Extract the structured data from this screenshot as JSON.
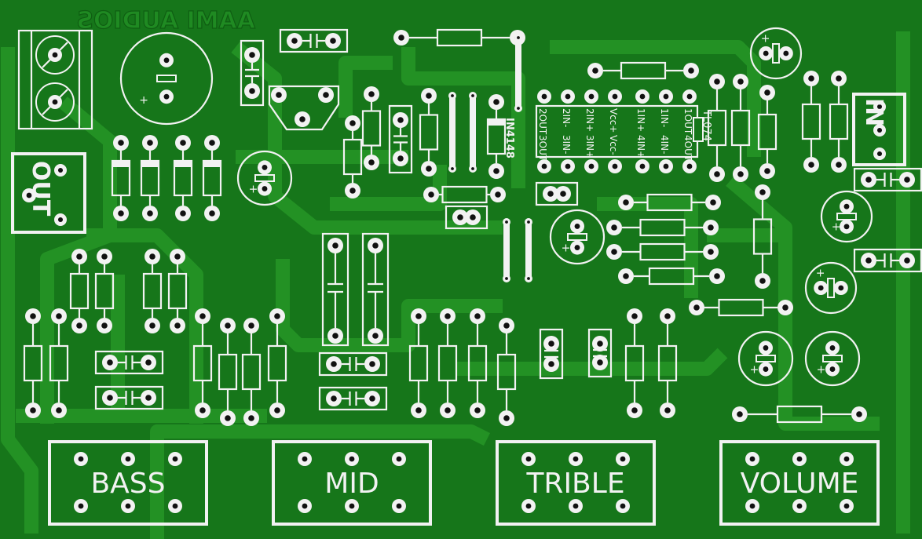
{
  "board": {
    "brand_mirrored": "AAMI AUDIOS",
    "colors": {
      "board": "#16761a",
      "trace": "#239124",
      "silk": "#f2f2f2",
      "pad": "#f2f2f2",
      "hole": "#111111"
    }
  },
  "labels": {
    "out": "OUT",
    "in": "IN",
    "diode": "IN4148",
    "ic": "TL074"
  },
  "ic_pins_top": [
    "2OUT",
    "2IN-",
    "2IN+",
    "Vcc+",
    "1IN+",
    "1IN-",
    "1OUT"
  ],
  "ic_pins_bottom": [
    "3OUT",
    "3IN-",
    "3IN+",
    "Vcc-",
    "4IN+",
    "4IN-",
    "4OUT"
  ],
  "pots": [
    {
      "label": "BASS"
    },
    {
      "label": "MID"
    },
    {
      "label": "TRIBLE"
    },
    {
      "label": "VOLUME"
    }
  ]
}
